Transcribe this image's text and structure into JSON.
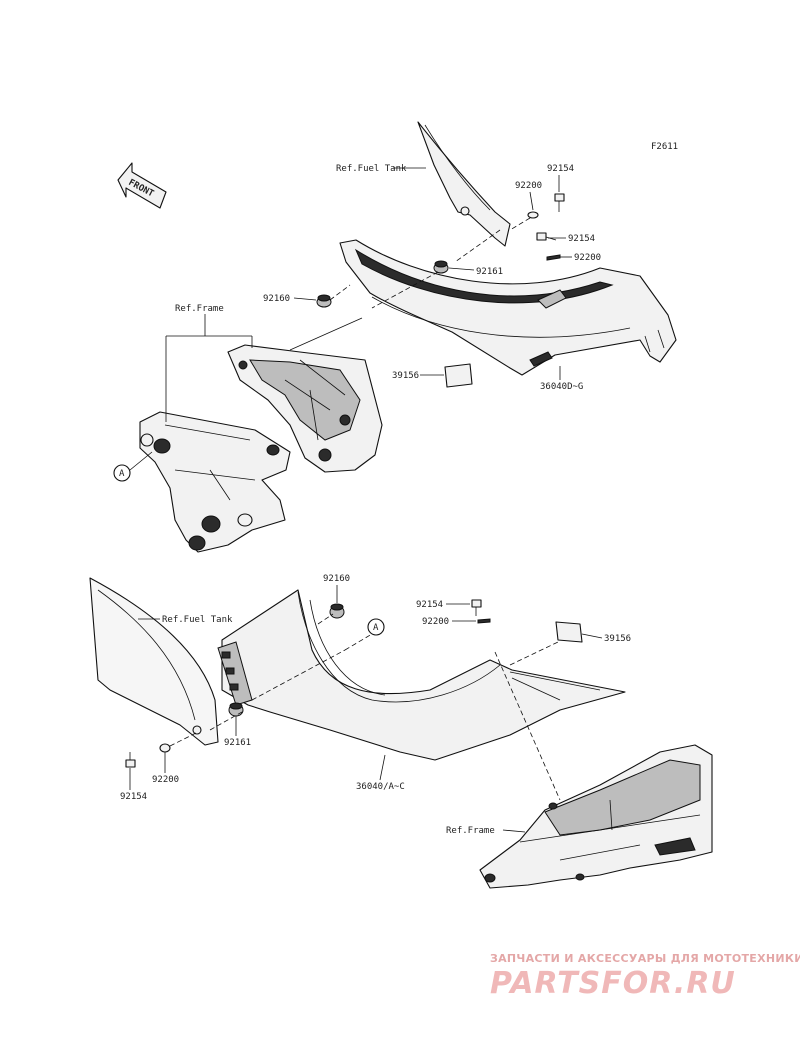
{
  "figure_code": "F2611",
  "front_label": "FRONT",
  "callout_letter": "A",
  "top_view": {
    "ref_fuel_tank": "Ref.Fuel Tank",
    "ref_frame": "Ref.Frame",
    "parts": {
      "p92154_a": "92154",
      "p92200_a": "92200",
      "p92154_b": "92154",
      "p92200_b": "92200",
      "p92161": "92161",
      "p92160": "92160",
      "p39156": "39156",
      "p36040": "36040D~G"
    }
  },
  "bottom_view": {
    "ref_fuel_tank": "Ref.Fuel Tank",
    "ref_frame": "Ref.Frame",
    "parts": {
      "p92160": "92160",
      "p92154_r": "92154",
      "p92200_r": "92200",
      "p39156": "39156",
      "p92161": "92161",
      "p92200_l": "92200",
      "p92154_l": "92154",
      "p36040": "36040/A~C"
    }
  },
  "watermark": {
    "line1": "ЗАПЧАСТИ И АКСЕССУАРЫ ДЛЯ МОТОТЕХНИКИ",
    "line2": "PARTSFOR.RU"
  }
}
